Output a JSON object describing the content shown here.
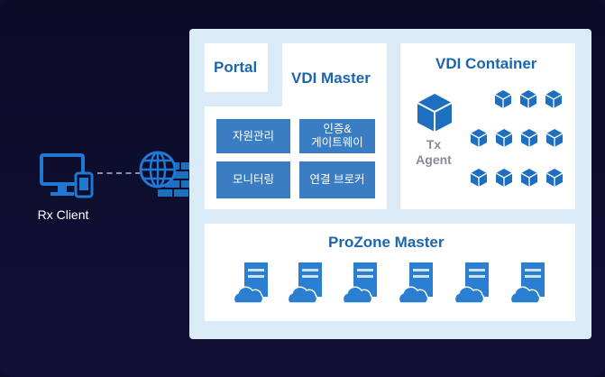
{
  "client": {
    "label": "Rx Client"
  },
  "portal": {
    "title": "Portal"
  },
  "vdi_master": {
    "title": "VDI Master",
    "buttons": [
      "자원관리",
      "인증&\n게이트웨이",
      "모니터링",
      "연결 브로커"
    ]
  },
  "vdi_container": {
    "title": "VDI Container",
    "agent_label_line1": "Tx",
    "agent_label_line2": "Agent"
  },
  "prozone": {
    "title": "ProZone Master"
  },
  "colors": {
    "background": "#0c0c2c",
    "panel": "#dbeaf7",
    "accent": "#1b66b1",
    "button": "#3a7dc3",
    "cube": "#1d6fc0"
  }
}
